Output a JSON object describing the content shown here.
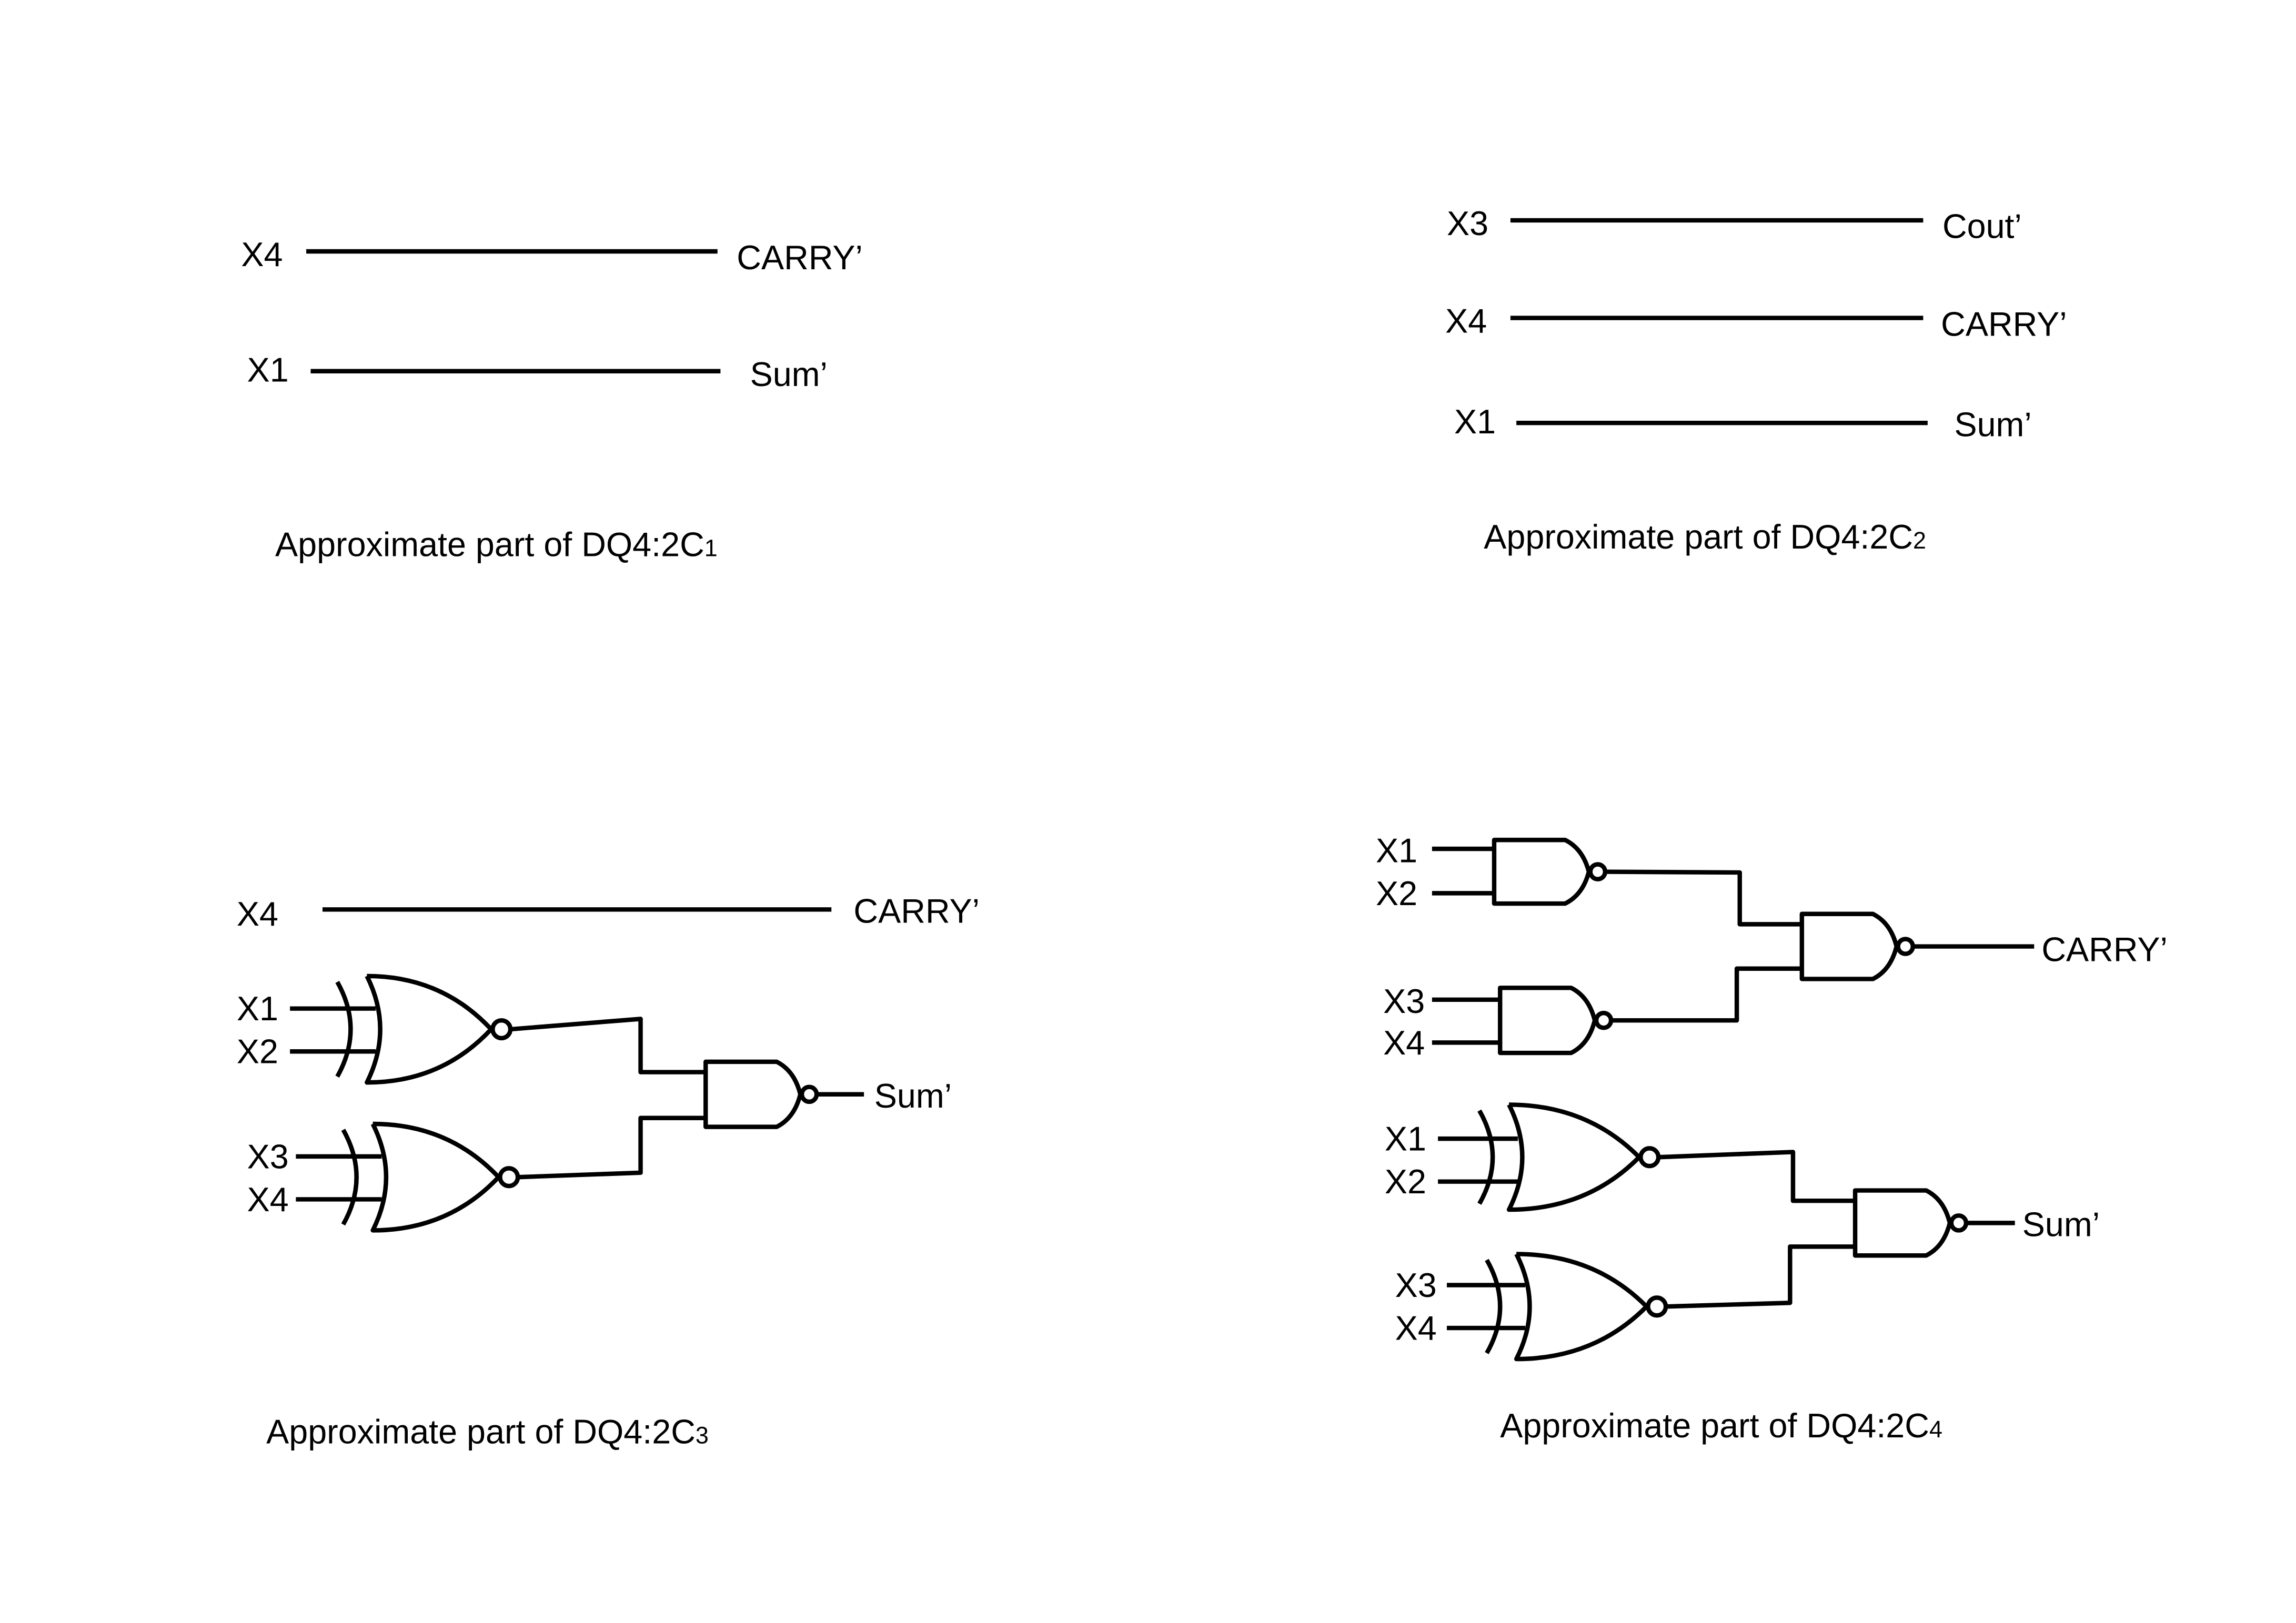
{
  "panels": [
    {
      "caption": "Approximate part of DQ4:2C",
      "caption_sub": "1",
      "wires": [
        {
          "in": "X4",
          "out": "CARRY’"
        },
        {
          "in": "X1",
          "out": "Sum’"
        }
      ]
    },
    {
      "caption": "Approximate part of DQ4:2C",
      "caption_sub": "2",
      "wires": [
        {
          "in": "X3",
          "out": "Cout’"
        },
        {
          "in": "X4",
          "out": "CARRY’"
        },
        {
          "in": "X1",
          "out": "Sum’"
        }
      ]
    },
    {
      "caption": "Approximate part of DQ4:2C",
      "caption_sub": "3",
      "wires": [
        {
          "in": "X4",
          "out": "CARRY’"
        }
      ],
      "inputs": [
        "X1",
        "X2",
        "X3",
        "X4"
      ],
      "sum_output": "Sum’"
    },
    {
      "caption": "Approximate part of DQ4:2C",
      "caption_sub": "4",
      "carry_inputs": [
        "X1",
        "X2",
        "X3",
        "X4"
      ],
      "carry_output": "CARRY’",
      "sum_inputs": [
        "X1",
        "X2",
        "X3",
        "X4"
      ],
      "sum_output": "Sum’"
    }
  ]
}
